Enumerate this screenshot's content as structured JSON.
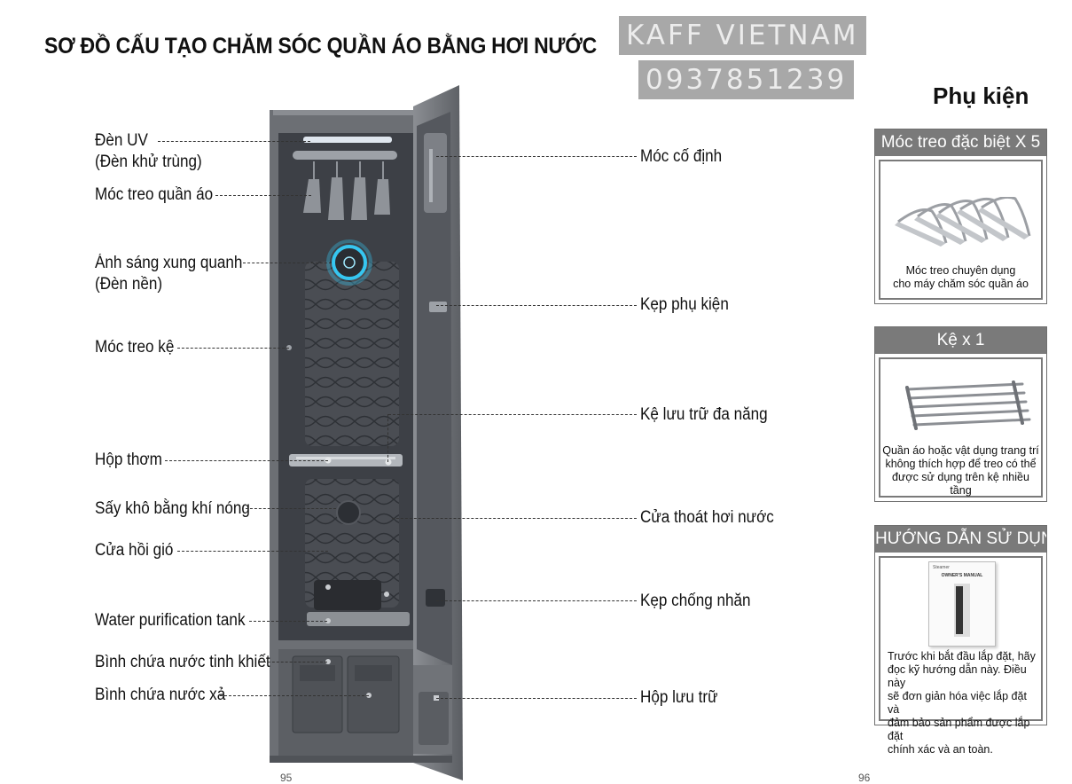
{
  "title": "SƠ ĐỒ CẤU TẠO CHĂM SÓC QUẦN ÁO BẰNG HƠI NƯỚC",
  "watermark": {
    "line1": "KAFF VIETNAM",
    "line2": "0937851239"
  },
  "accessories_title": "Phụ kiện",
  "labels_left": [
    {
      "text": "Đèn UV",
      "sub": "(Đèn khử trùng)"
    },
    {
      "text": "Móc treo quần áo",
      "sub": ""
    },
    {
      "text": "Ánh sáng xung quanh",
      "sub": "(Đèn nền)"
    },
    {
      "text": "Móc treo kệ",
      "sub": ""
    },
    {
      "text": "Hộp thơm",
      "sub": ""
    },
    {
      "text": "Sấy khô bằng khí nóng",
      "sub": ""
    },
    {
      "text": "Cửa hồi gió",
      "sub": ""
    },
    {
      "text": "Water purification tank",
      "sub": ""
    },
    {
      "text": "Bình chứa nước tinh khiết",
      "sub": ""
    },
    {
      "text": "Bình chứa nước xả",
      "sub": ""
    }
  ],
  "labels_right": [
    "Móc cố định",
    "Kẹp phụ kiện",
    "Kệ lưu trữ đa năng",
    "Cửa thoát hơi nước",
    "Kẹp chống nhăn",
    "Hộp lưu trữ"
  ],
  "panels": [
    {
      "header": "Móc treo đặc biệt X 5",
      "caption": "Móc treo chuyên dụng\ncho máy chăm sóc quần áo",
      "icon": "hanger-icon"
    },
    {
      "header": "Kệ x 1",
      "caption": "Quần áo hoặc vật dụng trang trí\nkhông thích hợp để treo có thể\nđược sử dụng trên kệ nhiều tầng",
      "icon": "shelf-icon"
    },
    {
      "header": "HƯỚNG DẪN SỬ DỤNG",
      "caption": "Trước khi bắt đầu lắp đặt, hãy\nđọc kỹ hướng dẫn này. Điều này\nsẽ đơn giản hóa việc lắp đặt và\nđảm bảo sản phẩm được lắp đặt\nchính xác và an toàn.",
      "icon": "manual-icon",
      "manual": {
        "brand": "Steamer",
        "heading": "OWNER'S MANUAL"
      }
    }
  ],
  "page_numbers": {
    "left": "95",
    "right": "96"
  },
  "colors": {
    "cabinet": "#6e7176",
    "interior": "#3d4046",
    "ring_light": "#36c6f0",
    "panel_header": "#7a7a7a"
  }
}
